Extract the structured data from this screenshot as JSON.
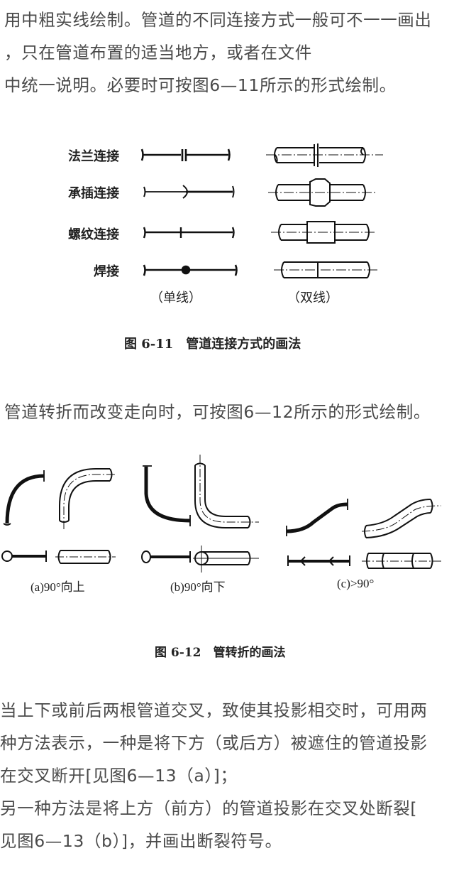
{
  "paragraph1": {
    "lines": [
      "用中粗实线绘制。管道的不同连接方式一般可不一一画出",
      "，只在管道布置的适当地方，或者在文件",
      "中统一说明。必要时可按图6—11所示的形式绘制。"
    ]
  },
  "figure_6_11": {
    "rows": [
      "法兰连接",
      "承插连接",
      "螺纹连接",
      "焊接"
    ],
    "single_line_label": "（单线）",
    "double_line_label": "（双线）",
    "caption": "图 6-11　管道连接方式的画法"
  },
  "paragraph2": {
    "text": "管道转折而改变走向时，可按图6—12所示的形式绘制。"
  },
  "figure_6_12": {
    "labels": [
      "(a)90°向上",
      "(b)90°向下",
      "(c)>90°"
    ],
    "caption": "图 6-12　管转折的画法"
  },
  "paragraph3": {
    "lines": [
      "当上下或前后两根管道交叉，致使其投影相交时，可用两",
      "种方法表示，一种是将下方（或后方）被遮住的管道投影",
      "在交叉断开[见图6—13（a）]；",
      "另一种方法是将上方（前方）的管道投影在交叉处断裂[",
      "见图6—13（b）]，并画出断裂符号。"
    ]
  }
}
